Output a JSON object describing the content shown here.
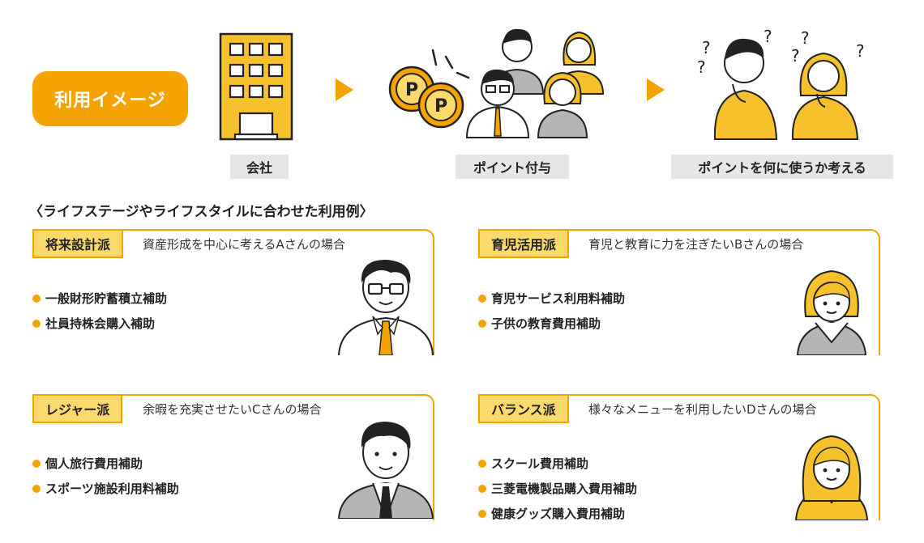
{
  "usage_badge": "利用イメージ",
  "steps": [
    {
      "label": "会社",
      "icon": "building-icon"
    },
    {
      "label": "ポイント付与",
      "icon": "points-employees-icon"
    },
    {
      "label": "ポイントを何に使うか考える",
      "icon": "thinking-people-icon"
    }
  ],
  "subtitle": "〈ライフステージやライフスタイルに合わせた利用例〉",
  "cards": [
    {
      "tag": "将来設計派",
      "desc": "資産形成を中心に考えるAさんの場合",
      "items": [
        "一般財形貯蓄積立補助",
        "社員持株会購入補助"
      ],
      "portrait": "man-glasses-icon"
    },
    {
      "tag": "育児活用派",
      "desc": "育児と教育に力を注ぎたいBさんの場合",
      "items": [
        "育児サービス利用料補助",
        "子供の教育費用補助"
      ],
      "portrait": "woman-bob-icon"
    },
    {
      "tag": "レジャー派",
      "desc": "余暇を充実させたいCさんの場合",
      "items": [
        "個人旅行費用補助",
        "スポーツ施設利用料補助"
      ],
      "portrait": "man-suit-icon"
    },
    {
      "tag": "バランス派",
      "desc": "様々なメニューを利用したいDさんの場合",
      "items": [
        "スクール費用補助",
        "三菱電機製品購入費用補助",
        "健康グッズ購入費用補助"
      ],
      "portrait": "woman-longhair-icon"
    }
  ],
  "colors": {
    "accent": "#f5a300",
    "tag_fill": "#fcd96b",
    "label_bg": "#e6e6e6"
  }
}
